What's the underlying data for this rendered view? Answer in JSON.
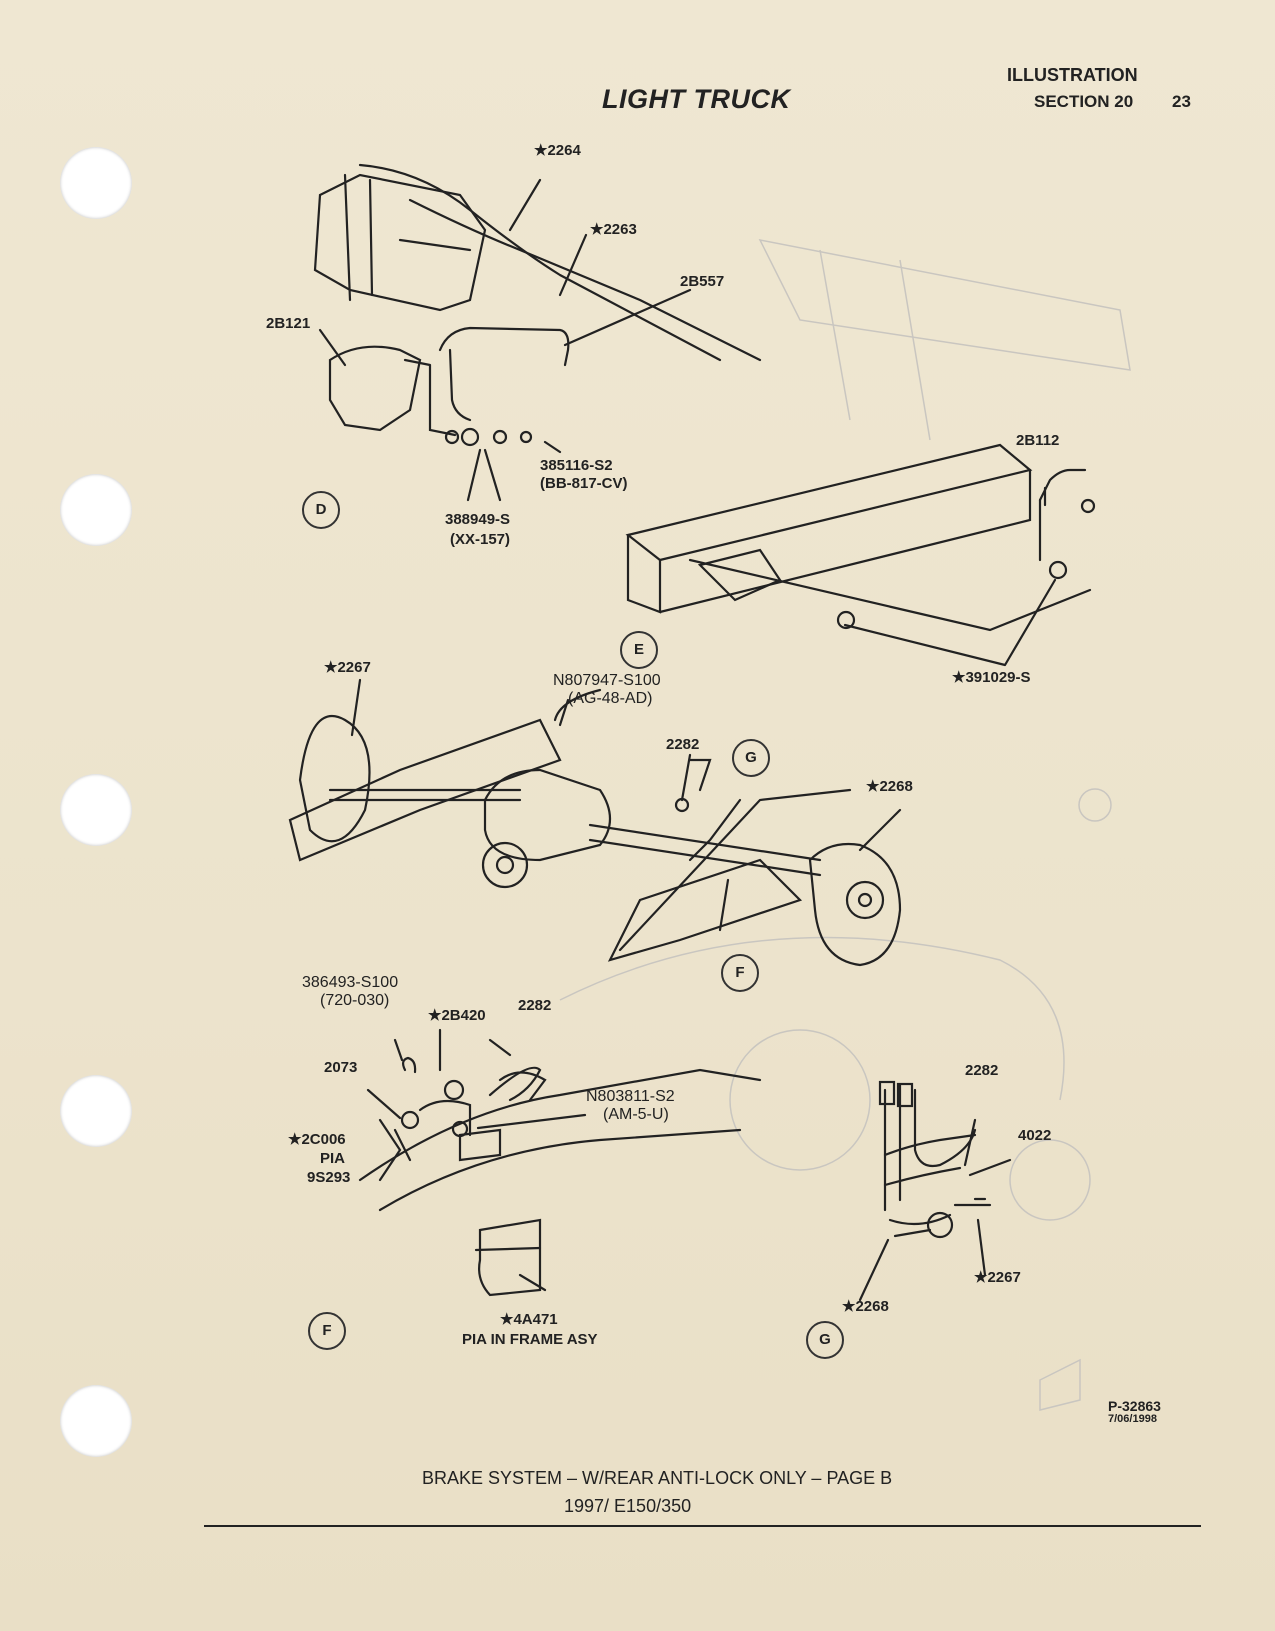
{
  "header": {
    "title": "LIGHT TRUCK",
    "illustration": "ILLUSTRATION",
    "section": "SECTION 20",
    "page": "23"
  },
  "labels": {
    "d_2264": "★2264",
    "d_2263": "★2263",
    "d_2b557": "2B557",
    "d_2b121": "2B121",
    "d_385116": "385116-S2",
    "d_bb817": "(BB-817-CV)",
    "d_388949": "388949-S",
    "d_xx157": "(XX-157)",
    "detail_d": "D",
    "e_2b112": "2B112",
    "e_391029": "★391029-S",
    "detail_e": "E",
    "a_2267": "★2267",
    "a_n807947": "N807947-S100",
    "a_ag48": "(AG-48-AD)",
    "a_2282": "2282",
    "detail_g": "G",
    "a_2268": "★2268",
    "detail_f": "F",
    "f_386493": "386493-S100",
    "f_720030": "(720-030)",
    "f_2b420": "★2B420",
    "f_2282": "2282",
    "f_2073": "2073",
    "f_n803811": "N803811-S2",
    "f_am5u": "(AM-5-U)",
    "f_2c006": "★2C006",
    "f_pia": "PIA",
    "f_9s293": "9S293",
    "f_4a471": "★4A471",
    "f_pia_frame": "PIA IN FRAME ASY",
    "g_2282": "2282",
    "g_4022": "4022",
    "g_2267": "★2267",
    "g_2268": "★2268"
  },
  "footer": {
    "code": "P-32863",
    "date": "7/06/1998",
    "caption": "BRAKE SYSTEM – W/REAR ANTI-LOCK ONLY – PAGE B",
    "model": "1997/ E150/350"
  }
}
